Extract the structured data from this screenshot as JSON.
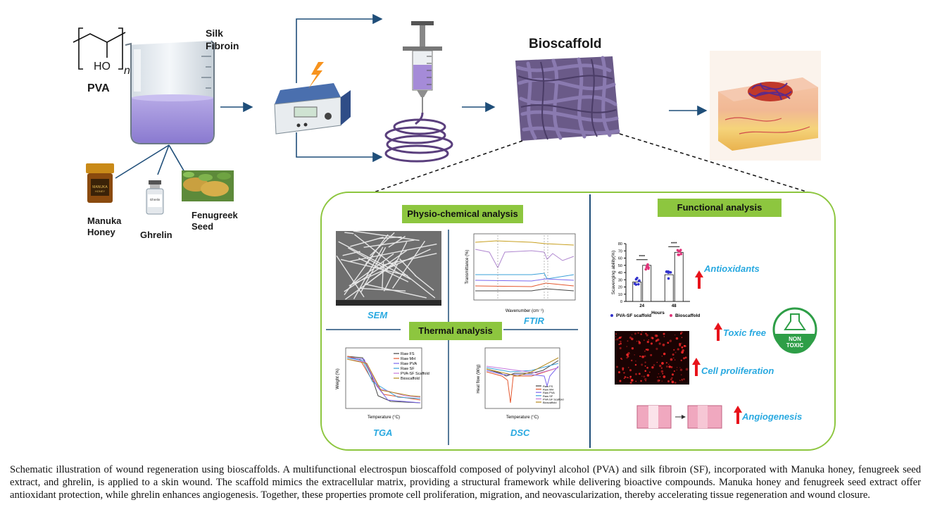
{
  "labels": {
    "pva": "PVA",
    "pva_formula": "HO",
    "pva_n": "n",
    "silk_fibroin": [
      "Silk",
      "Fibroin"
    ],
    "manuka_honey": [
      "Manuka",
      "Honey"
    ],
    "ghrelin": "Ghrelin",
    "fenugreek_seed": [
      "Fenugreek",
      "Seed"
    ],
    "bioscaffold": "Bioscaffold"
  },
  "product_text": {
    "manuka_jar": [
      "MANUKA",
      "HONEY"
    ],
    "ghrelin_vial": "Ghrelin"
  },
  "physio": {
    "heading": "Physio-chemical analysis",
    "sem": "SEM",
    "ftir": "FTIR",
    "ftir_xlabel": "Wavenumber (cm⁻¹)",
    "ftir_ylabel": "Transmittance (%)"
  },
  "thermal": {
    "heading": "Thermal analysis",
    "tga": "TGA",
    "dsc": "DSC",
    "tga_xlabel": "Temperature (°C)",
    "tga_ylabel": "Weight (%)",
    "dsc_xlabel": "Temperature (°C)",
    "dsc_ylabel": "Heat flow (W/g)",
    "legend": [
      "Raw FS",
      "Raw MH",
      "Raw PVA",
      "Raw SF",
      "PVA-SF Scaffold",
      "Bioscaffold"
    ],
    "legend_colors": [
      "#444444",
      "#e4572e",
      "#7b68ee",
      "#3aa0d8",
      "#c678dd",
      "#b5891a"
    ]
  },
  "functional": {
    "heading": "Functional analysis",
    "antioxidants": "Antioxidants",
    "toxic_free": "Toxic free",
    "non_toxic": [
      "NON",
      "TOXIC"
    ],
    "cell_proliferation": "Cell proliferation",
    "angiogenesis": "Angiogenesis"
  },
  "chart_data": {
    "type": "bar",
    "categories": [
      "24",
      "48"
    ],
    "series": [
      {
        "name": "PVA-SF scaffold",
        "values": [
          27,
          37
        ]
      },
      {
        "name": "Bioscaffold",
        "values": [
          50,
          68
        ]
      }
    ],
    "xlabel": "Hours",
    "ylabel": "Scavenging ability(%)",
    "ylim": [
      0,
      80
    ],
    "yticks": [
      "0",
      "10",
      "20",
      "30",
      "40",
      "50",
      "60",
      "70",
      "80"
    ],
    "significance": "****",
    "colors": [
      "#3333cc",
      "#e0357a"
    ]
  },
  "caption": "Schematic illustration of wound regeneration using bioscaffolds. A multifunctional electrospun bioscaffold composed of polyvinyl alcohol (PVA) and silk fibroin (SF), incorporated with Manuka honey, fenugreek seed extract, and ghrelin, is applied to a skin wound. The scaffold mimics the extracellular matrix, providing a structural framework while delivering bioactive compounds. Manuka honey and fenugreek seed extract offer antioxidant protection, while ghrelin enhances angiogenesis. Together, these properties promote cell proliferation, migration, and neovascularization, thereby accelerating tissue regeneration and wound closure."
}
